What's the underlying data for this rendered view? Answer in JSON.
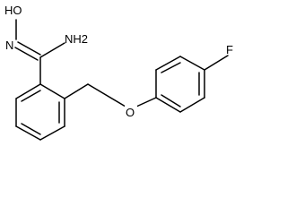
{
  "molecule": {
    "atoms": {
      "hydroxyl": "HO",
      "oxime_nitrogen": "N",
      "amine_nh2": "NH2",
      "ether_oxygen": "O",
      "fluorine": "F"
    }
  },
  "colors": {
    "bond": "#000000",
    "background": "#ffffff"
  }
}
